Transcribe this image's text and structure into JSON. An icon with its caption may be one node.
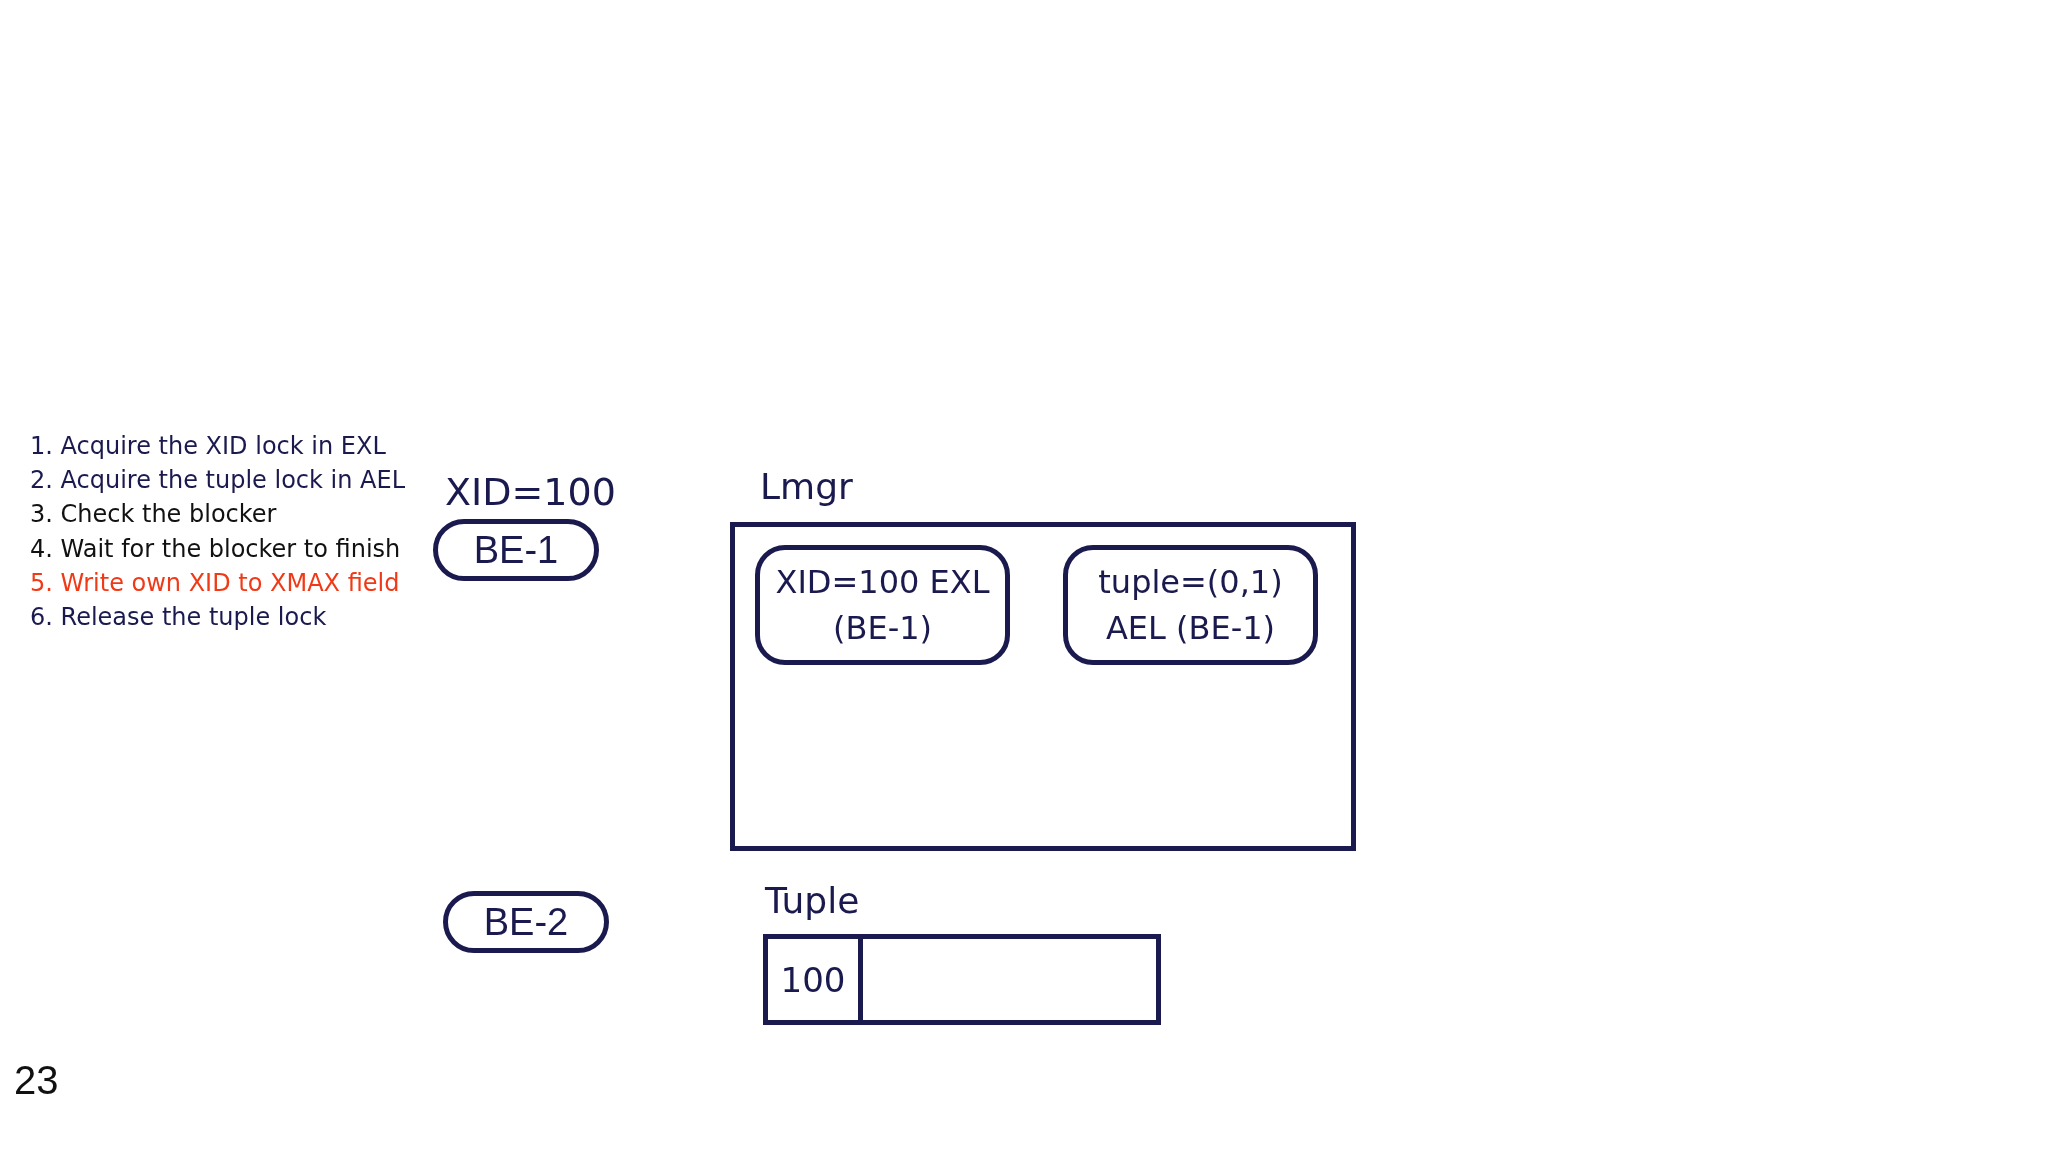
{
  "diagram": {
    "nodes": [
      {
        "text": [
          "BE-1"
        ],
        "beside": [
          "XID=100"
        ]
      },
      {
        "text": [
          "Lmgr"
        ]
      },
      {
        "text": [
          "XID=100 EXL (BE-1)"
        ],
        "in": 1
      },
      {
        "text": [
          "tuple=(0,1) AEL (BE-1)"
        ],
        "in": 1
      },
      {
        "text": [
          "BE-2"
        ]
      },
      {
        "text": [
          "Tuple"
        ]
      },
      {
        "text": [
          "100"
        ],
        "in": 5
      },
      {
        "text": [],
        "shape": "box",
        "in": 5
      }
    ],
    "edges": [],
    "labels": [
      "1. Acquire the XID lock in EXL",
      "2. Acquire the tuple lock in AEL",
      "3. Check the blocker",
      "4. Wait for the blocker to finish",
      "5. Write own XID to XMAX field",
      "6. Release the tuple lock",
      "23"
    ]
  }
}
